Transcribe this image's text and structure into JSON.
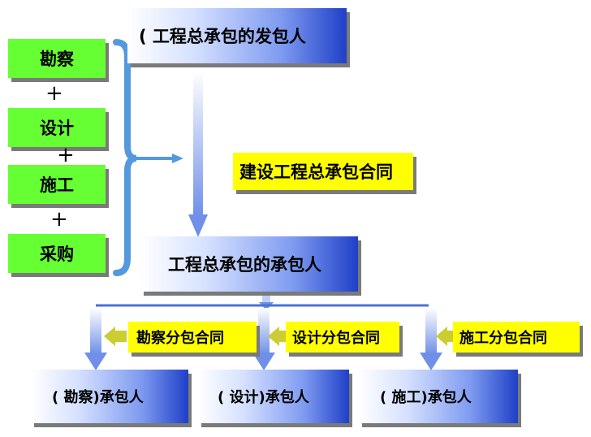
{
  "owner": "( 工程总承包的发包人",
  "contractor": "工程总承包的承包人",
  "main_contract": "建设工程总承包合同",
  "scope": [
    "勘察",
    "设计",
    "施工",
    "采购"
  ],
  "plus": "+",
  "sub_contracts": [
    "勘察分包合同",
    "设计分包合同",
    "施工分包合同"
  ],
  "subcontractors": [
    "( 勘察)承包人",
    "( 设计)承包人",
    "( 施工)承包人"
  ],
  "colors": {
    "green": "#66ff33",
    "yellow": "#ffff00",
    "blue": "#1f40c8",
    "bracket": "#5599dd"
  }
}
